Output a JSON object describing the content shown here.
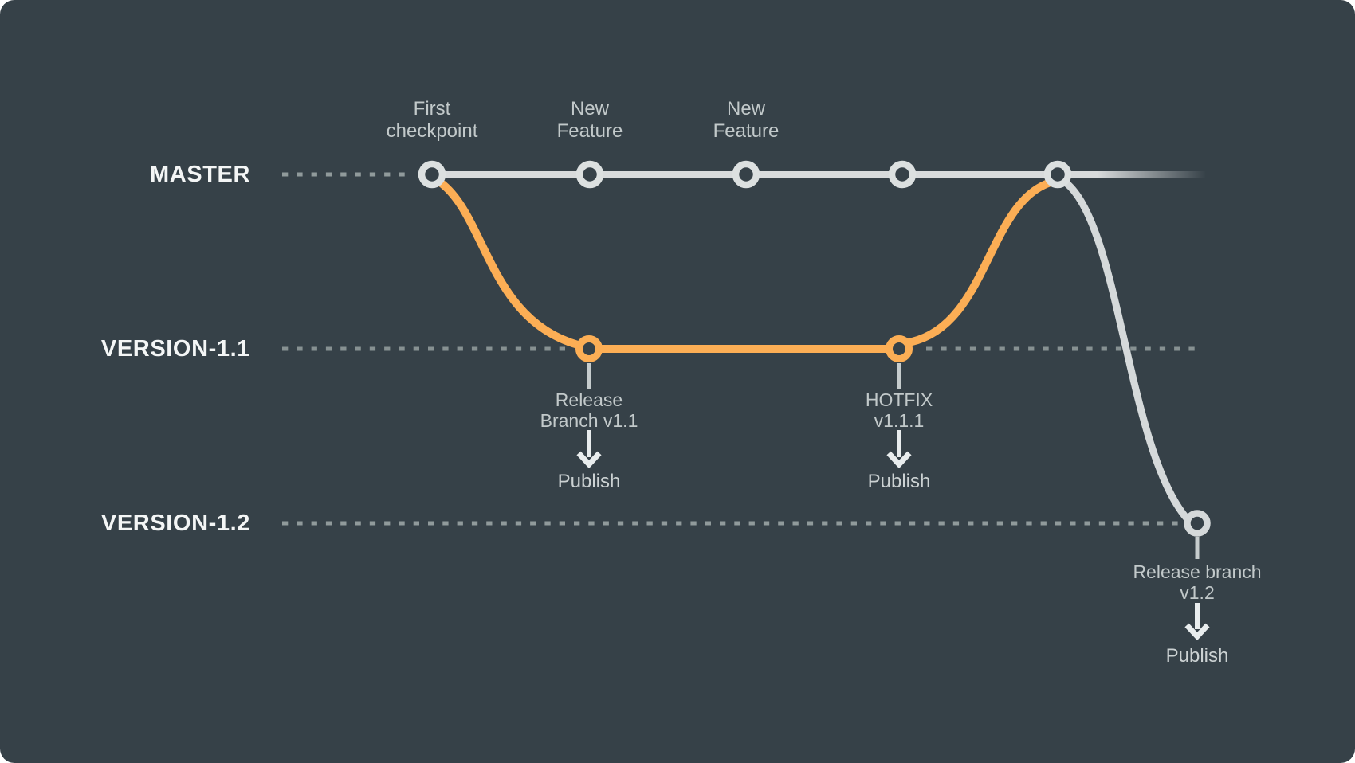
{
  "diagram_title": "git branching diagram",
  "colors": {
    "background": "#364148",
    "master_line": "#d8dbdc",
    "node_ring_gray": "#dce0e0",
    "branch_line_orange": "#fcae55",
    "dotted_line": "#909a9b",
    "lane_label_text": "#f4f6f6",
    "node_label_text": "#c2c9ca",
    "publish_text": "#ccd2d3",
    "connector": "#c6cccd",
    "arrow": "#e9edee"
  },
  "lanes": [
    {
      "label": "MASTER"
    },
    {
      "label": "VERSION-1.1"
    },
    {
      "label": "VERSION-1.2"
    }
  ],
  "commits": [
    {
      "line1": "First",
      "line2": "checkpoint"
    },
    {
      "line1": "New",
      "line2": "Feature"
    },
    {
      "line1": "New",
      "line2": "Feature"
    }
  ],
  "branch_points": {
    "release_v11": {
      "line1": "Release",
      "line2": "Branch v1.1",
      "action": "Publish"
    },
    "hotfix_v111": {
      "line1": "HOTFIX",
      "line2": "v1.1.1",
      "action": "Publish"
    },
    "release_v12": {
      "line1": "Release branch",
      "line2": "v1.2",
      "action": "Publish"
    }
  }
}
